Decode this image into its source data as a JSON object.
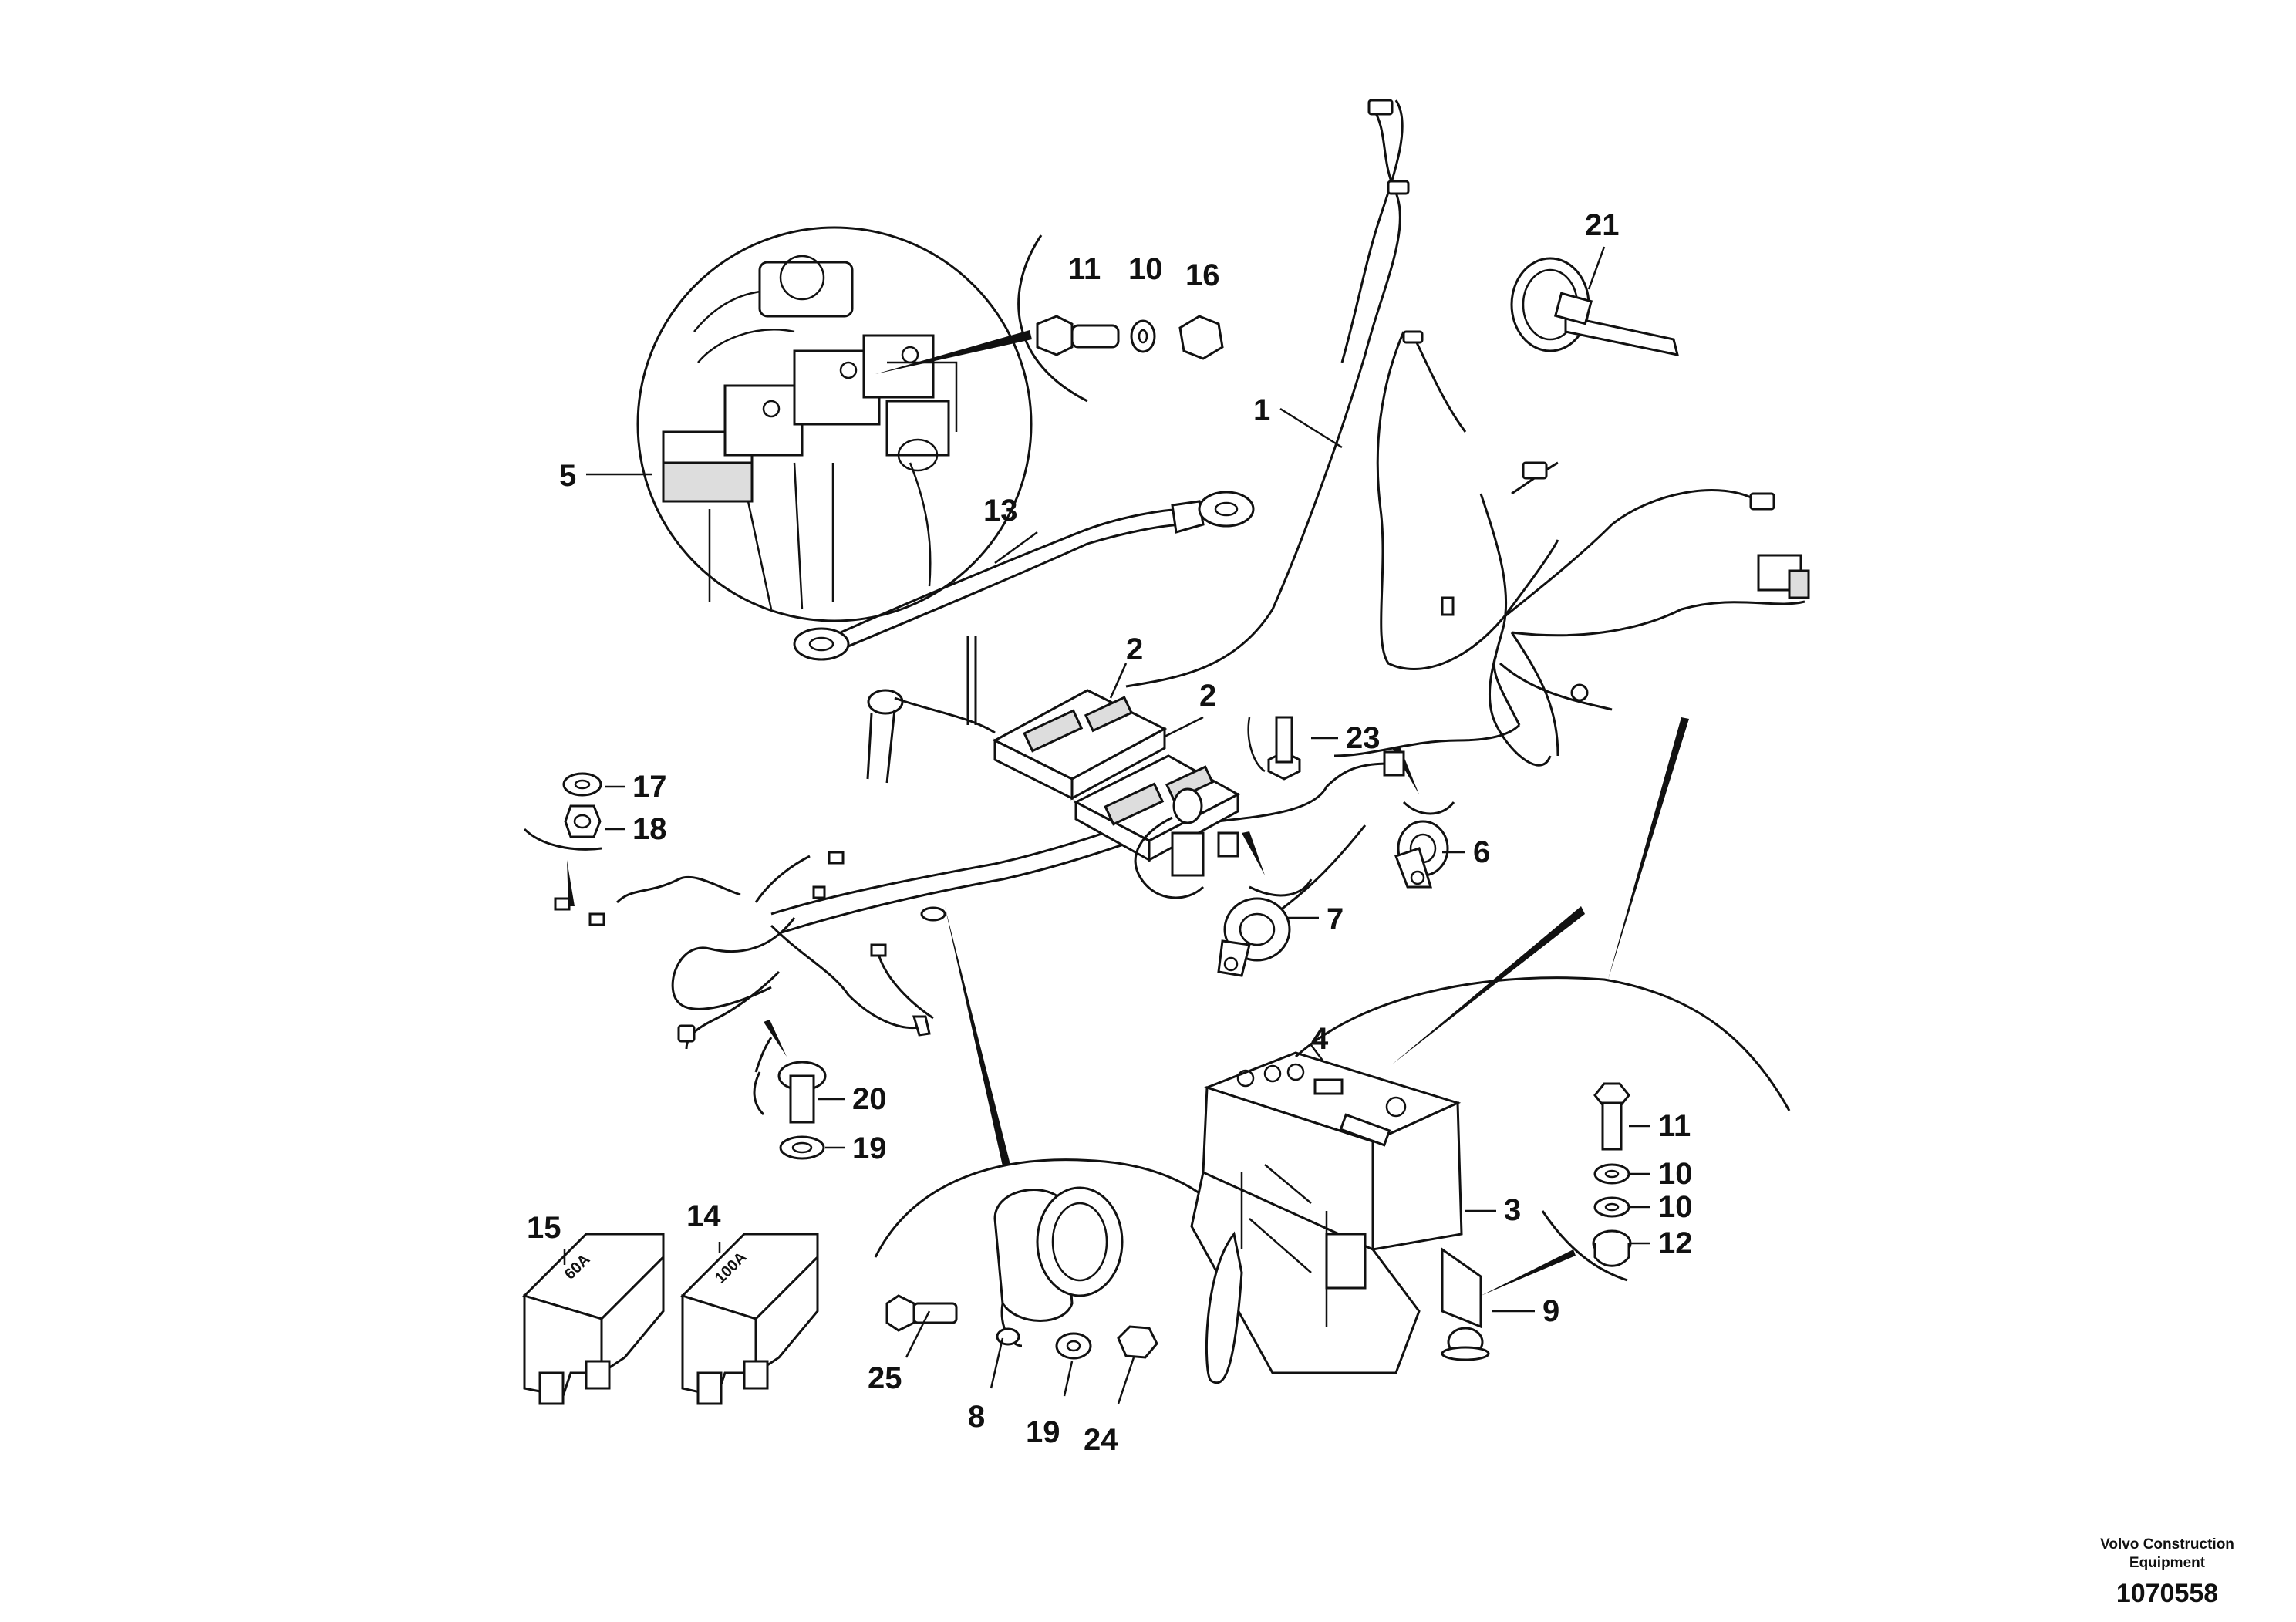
{
  "callouts": {
    "c1": "1",
    "c2a": "2",
    "c2b": "2",
    "c3": "3",
    "c4": "4",
    "c5": "5",
    "c6": "6",
    "c7": "7",
    "c8": "8",
    "c9": "9",
    "c10a": "10",
    "c10b": "10",
    "c10c": "10",
    "c11a": "11",
    "c11b": "11",
    "c12": "12",
    "c13": "13",
    "c14": "14",
    "c15": "15",
    "c16": "16",
    "c17": "17",
    "c18": "18",
    "c19a": "19",
    "c19b": "19",
    "c20": "20",
    "c21": "21",
    "c23": "23",
    "c24": "24",
    "c25": "25"
  },
  "fuses": {
    "fuse_60": "60A",
    "fuse_100": "100A"
  },
  "footer": {
    "company_line1": "Volvo Construction",
    "company_line2": "Equipment",
    "drawing_number": "1070558"
  }
}
